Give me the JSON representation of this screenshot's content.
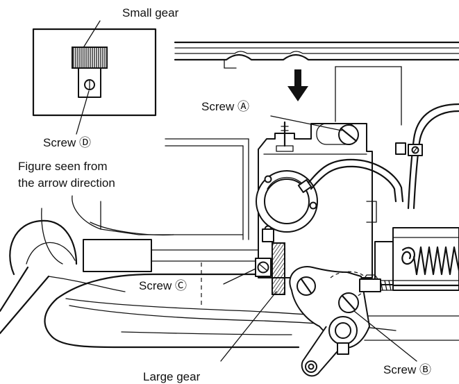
{
  "labels": {
    "small_gear": "Small gear",
    "screw_d": "Screw Ⓓ",
    "figure_note_line1": "Figure seen from",
    "figure_note_line2": "the arrow direction",
    "screw_a": "Screw Ⓐ",
    "screw_c": "Screw Ⓒ",
    "screw_b": "Screw Ⓑ",
    "large_gear": "Large gear"
  },
  "icons": {
    "direction_arrow": "down-arrow-icon",
    "screw_head": "screw-icon"
  }
}
